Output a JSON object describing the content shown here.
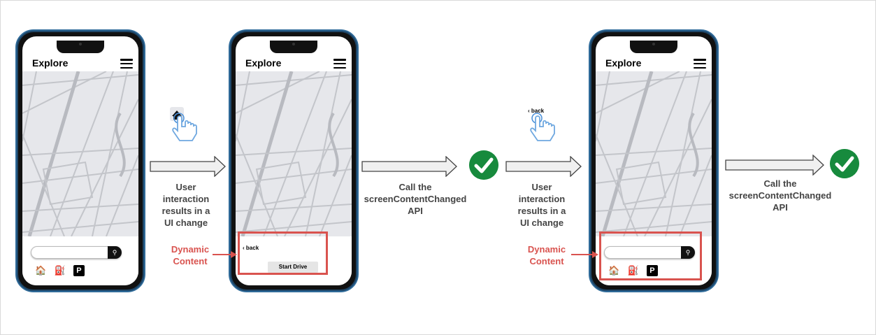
{
  "phones": [
    {
      "title": "Explore",
      "variant": "search"
    },
    {
      "title": "Explore",
      "variant": "back",
      "back_label": "back",
      "start_label": "Start Drive"
    },
    {
      "title": "Explore",
      "variant": "search"
    }
  ],
  "gesture_labels": {
    "back": "back"
  },
  "steps": {
    "step1": [
      "User",
      "interaction",
      "results in a",
      "UI change"
    ],
    "step2": [
      "Call the",
      "screenContentChanged",
      "API"
    ],
    "step3": [
      "User",
      "interaction",
      "results in a",
      "UI change"
    ],
    "step4": [
      "Call the",
      "screenContentChanged",
      "API"
    ]
  },
  "dynamic": {
    "label1": [
      "Dynamic",
      "Content"
    ],
    "label2": [
      "Dynamic",
      "Content"
    ]
  },
  "colors": {
    "highlight": "#d9534f",
    "check": "#178a3d",
    "frame": "#2f6b9a",
    "map": "#e6e7eb"
  },
  "icons": [
    "home-icon",
    "fuel-icon",
    "parking-icon",
    "search-icon",
    "menu-icon",
    "tap-hand-icon",
    "check-icon",
    "chevron-left-icon"
  ]
}
